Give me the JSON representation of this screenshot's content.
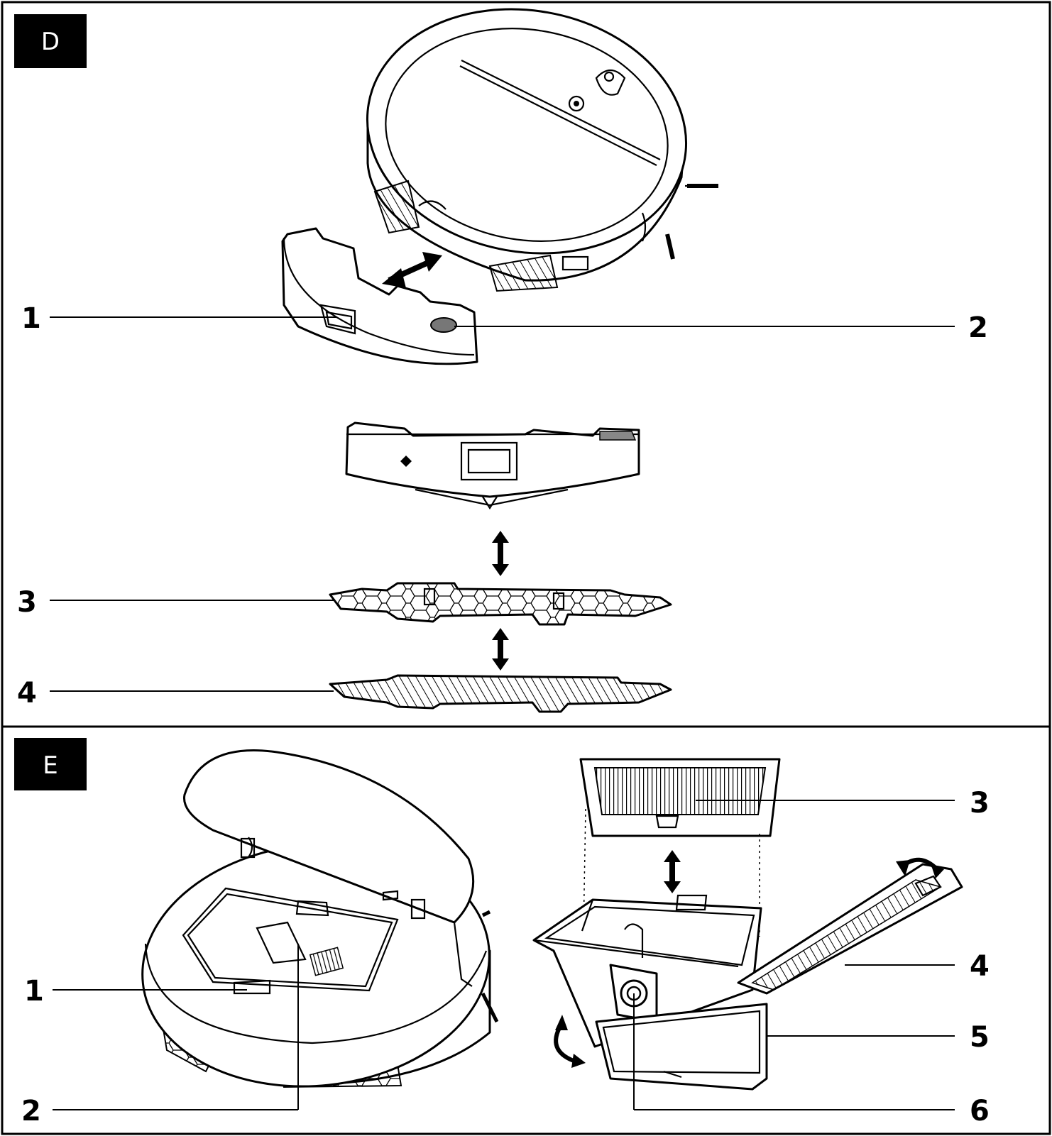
{
  "panels": [
    {
      "id": "D",
      "label": "D",
      "callouts": [
        {
          "number": "1"
        },
        {
          "number": "2"
        },
        {
          "number": "3"
        },
        {
          "number": "4"
        }
      ]
    },
    {
      "id": "E",
      "label": "E",
      "callouts": [
        {
          "number": "1"
        },
        {
          "number": "2"
        },
        {
          "number": "3"
        },
        {
          "number": "4"
        },
        {
          "number": "5"
        },
        {
          "number": "6"
        }
      ]
    }
  ],
  "colors": {
    "tag_background": "#000000",
    "tag_text": "#ffffff",
    "line": "#000000",
    "background": "#ffffff"
  }
}
